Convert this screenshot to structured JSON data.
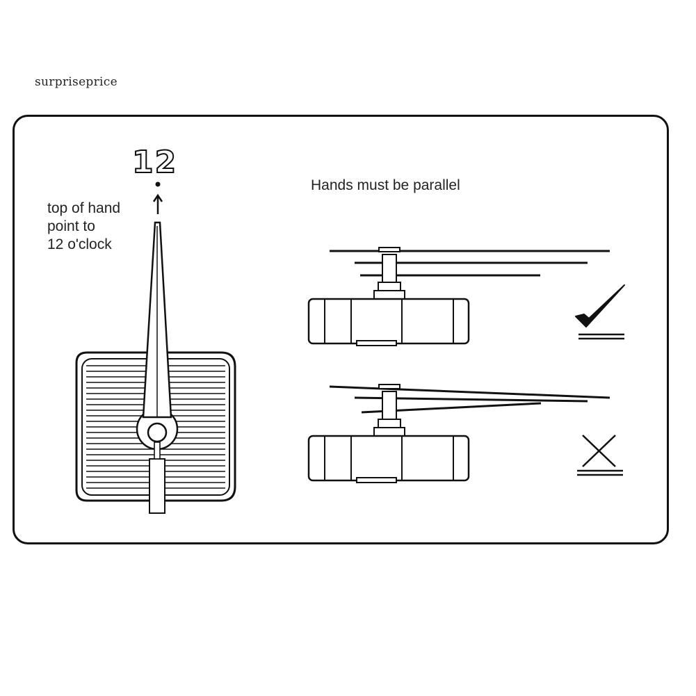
{
  "watermark": "surpriseprice",
  "diagram": {
    "twelve_label": "12",
    "hand_instruction": [
      "top of hand",
      "point to",
      "12 o'clock"
    ],
    "parallel_heading": "Hands must be parallel",
    "correct_icon": "check-mark-icon",
    "wrong_icon": "x-mark-icon"
  },
  "colors": {
    "line": "#111111",
    "background": "#ffffff"
  }
}
